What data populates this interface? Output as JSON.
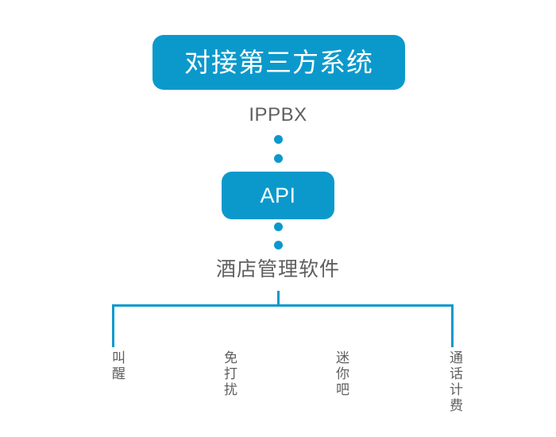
{
  "diagram": {
    "title": "对接第三方系统",
    "accent_color": "#0b99cc",
    "text_color": "#5f5f5f",
    "box_text_color": "#ffffff",
    "top_box": {
      "label": "对接第三方系统"
    },
    "caption_upper": "IPPBX",
    "middle_box": {
      "label": "API"
    },
    "caption_lower": "酒店管理软件",
    "connector_dots_upper": 2,
    "connector_dots_lower": 2,
    "leaves": [
      {
        "label": "叫醒"
      },
      {
        "label": "免打扰"
      },
      {
        "label": "迷你吧"
      },
      {
        "label": "通话计费"
      }
    ]
  }
}
